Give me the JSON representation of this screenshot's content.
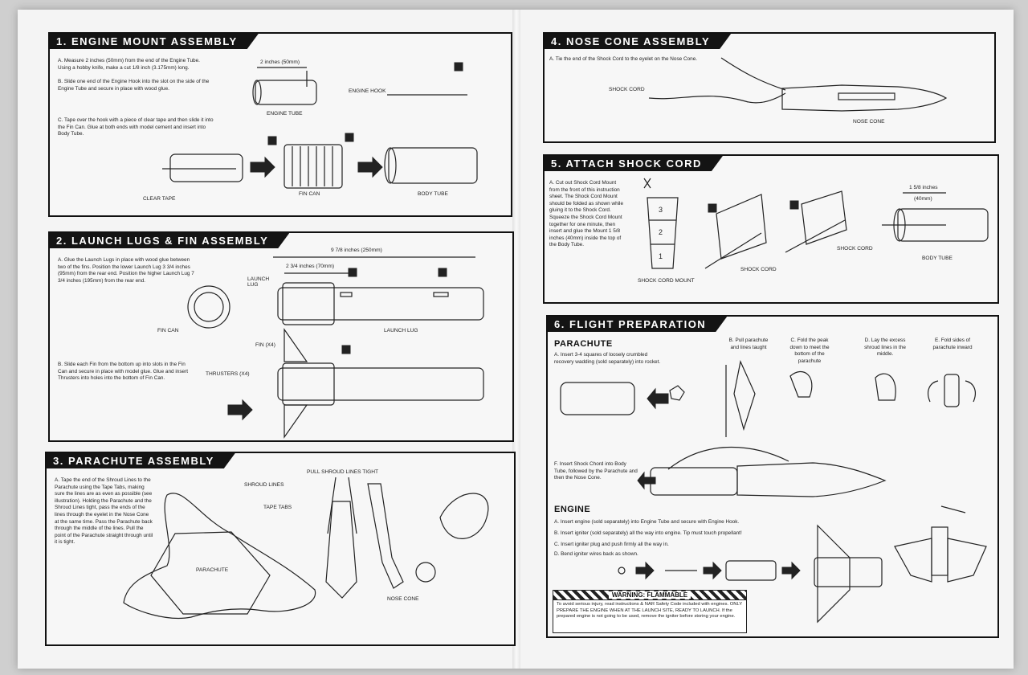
{
  "section1": {
    "title": "1. ENGINE MOUNT ASSEMBLY",
    "step_a": "A. Measure 2 inches (50mm) from the end of the Engine Tube. Using a hobby knife, make a cut 1/8 inch (3.175mm) long.",
    "step_b": "B. Slide one end of the Engine Hook into the slot on the side of the Engine Tube and secure in place with wood glue.",
    "step_c": "C. Tape over the hook with a piece of clear tape and then slide it into the Fin Can. Glue at both ends with model cement and insert into Body Tube.",
    "dim": "2 inches (50mm)",
    "labels": {
      "engine_tube": "ENGINE TUBE",
      "engine_hook": "ENGINE HOOK",
      "clear_tape": "CLEAR TAPE",
      "fin_can": "FIN CAN",
      "body_tube": "BODY TUBE"
    }
  },
  "section2": {
    "title": "2. LAUNCH LUGS & FIN ASSEMBLY",
    "step_a": "A. Glue the Launch Lugs in place with wood glue between two of the fins. Position the lower Launch Lug 3 3/4 inches (95mm) from the rear end. Position the higher Launch Lug 7 3/4 inches (195mm) from the rear end.",
    "step_b": "B. Slide each Fin from the bottom up into slots in the Fin Can and secure in place with model glue. Glue and insert Thrusters into holes into the bottom of Fin Can.",
    "dim1": "9 7/8 inches (250mm)",
    "dim2": "2 3/4 inches (70mm)",
    "labels": {
      "launch_lug": "LAUNCH LUG",
      "fin_can": "FIN CAN",
      "launch_lug2": "LAUNCH LUG",
      "fin": "FIN (X4)",
      "thrusters": "THRUSTERS (X4)"
    }
  },
  "section3": {
    "title": "3. PARACHUTE ASSEMBLY",
    "step_a": "A. Tape the end of the Shroud Lines to the Parachute using the Tape Tabs, making sure the lines are as even as possible (see illustration). Holding the Parachute and the Shroud Lines tight, pass the ends of the lines through the eyelet in the Nose Cone at the same time. Pass the Parachute back through the middle of the lines. Pull the point of the Parachute straight through until it is tight.",
    "labels": {
      "shroud_lines": "SHROUD LINES",
      "tape_tabs": "TAPE TABS",
      "parachute": "PARACHUTE",
      "pull": "PULL SHROUD LINES TIGHT",
      "nose_cone": "NOSE CONE"
    }
  },
  "section4": {
    "title": "4. NOSE CONE ASSEMBLY",
    "step_a": "A. Tie the end of the Shock Cord to the eyelet on the Nose Cone.",
    "labels": {
      "shock_cord": "SHOCK CORD",
      "nose_cone": "NOSE CONE"
    }
  },
  "section5": {
    "title": "5. ATTACH SHOCK CORD",
    "step_a": "A. Cut out Shock Cord Mount from the front of this instruction sheet. The Shock Cord Mount should be folded as shown while gluing it to the Shock Cord. Squeeze the Shock Cord Mount together for one minute, then insert and glue the Mount 1 5/8 inches (40mm) inside the top of the Body Tube.",
    "dim": "1 5/8 inches",
    "dim_mm": "(40mm)",
    "labels": {
      "mount": "SHOCK CORD MOUNT",
      "shock_cord": "SHOCK CORD",
      "shock_cord2": "SHOCK CORD",
      "body_tube": "BODY TUBE"
    },
    "numbers": [
      "3",
      "2",
      "1"
    ]
  },
  "section6": {
    "title": "6. FLIGHT PREPARATION",
    "parachute_heading": "PARACHUTE",
    "step_a": "A. Insert 3-4 squares of loosely crumbled recovery wadding (sold separately) into rocket.",
    "step_b": "B. Pull parachute and lines taught",
    "step_c": "C. Fold the peak down to meet the bottom of the parachute",
    "step_d": "D. Lay the excess shroud lines in the middle.",
    "step_e": "E. Fold sides of parachute inward",
    "step_f": "F. Insert Shock Chord into Body Tube, followed by the Parachute and then the Nose Cone.",
    "engine_heading": "ENGINE",
    "engine_a": "A. Insert engine (sold separately) into Engine Tube and secure with Engine Hook.",
    "engine_b": "B. Insert igniter (sold separately) all the way into engine. Tip must touch propellant!",
    "engine_c": "C. Insert igniter plug and push firmly all the way in.",
    "engine_d": "D. Bend igniter wires back as shown.",
    "warning_title": "WARNING: FLAMMABLE",
    "warning_text": "To avoid serious injury, read instructions & NAR Safety Code included with engines. ONLY PREPARE THE ENGINE WHEN AT THE LAUNCH SITE, READY TO LAUNCH. If the prepared engine is not going to be used, remove the igniter before storing your engine."
  },
  "colors": {
    "ink": "#111111",
    "paper": "#f4f4f4",
    "background": "#cfcfcf"
  }
}
